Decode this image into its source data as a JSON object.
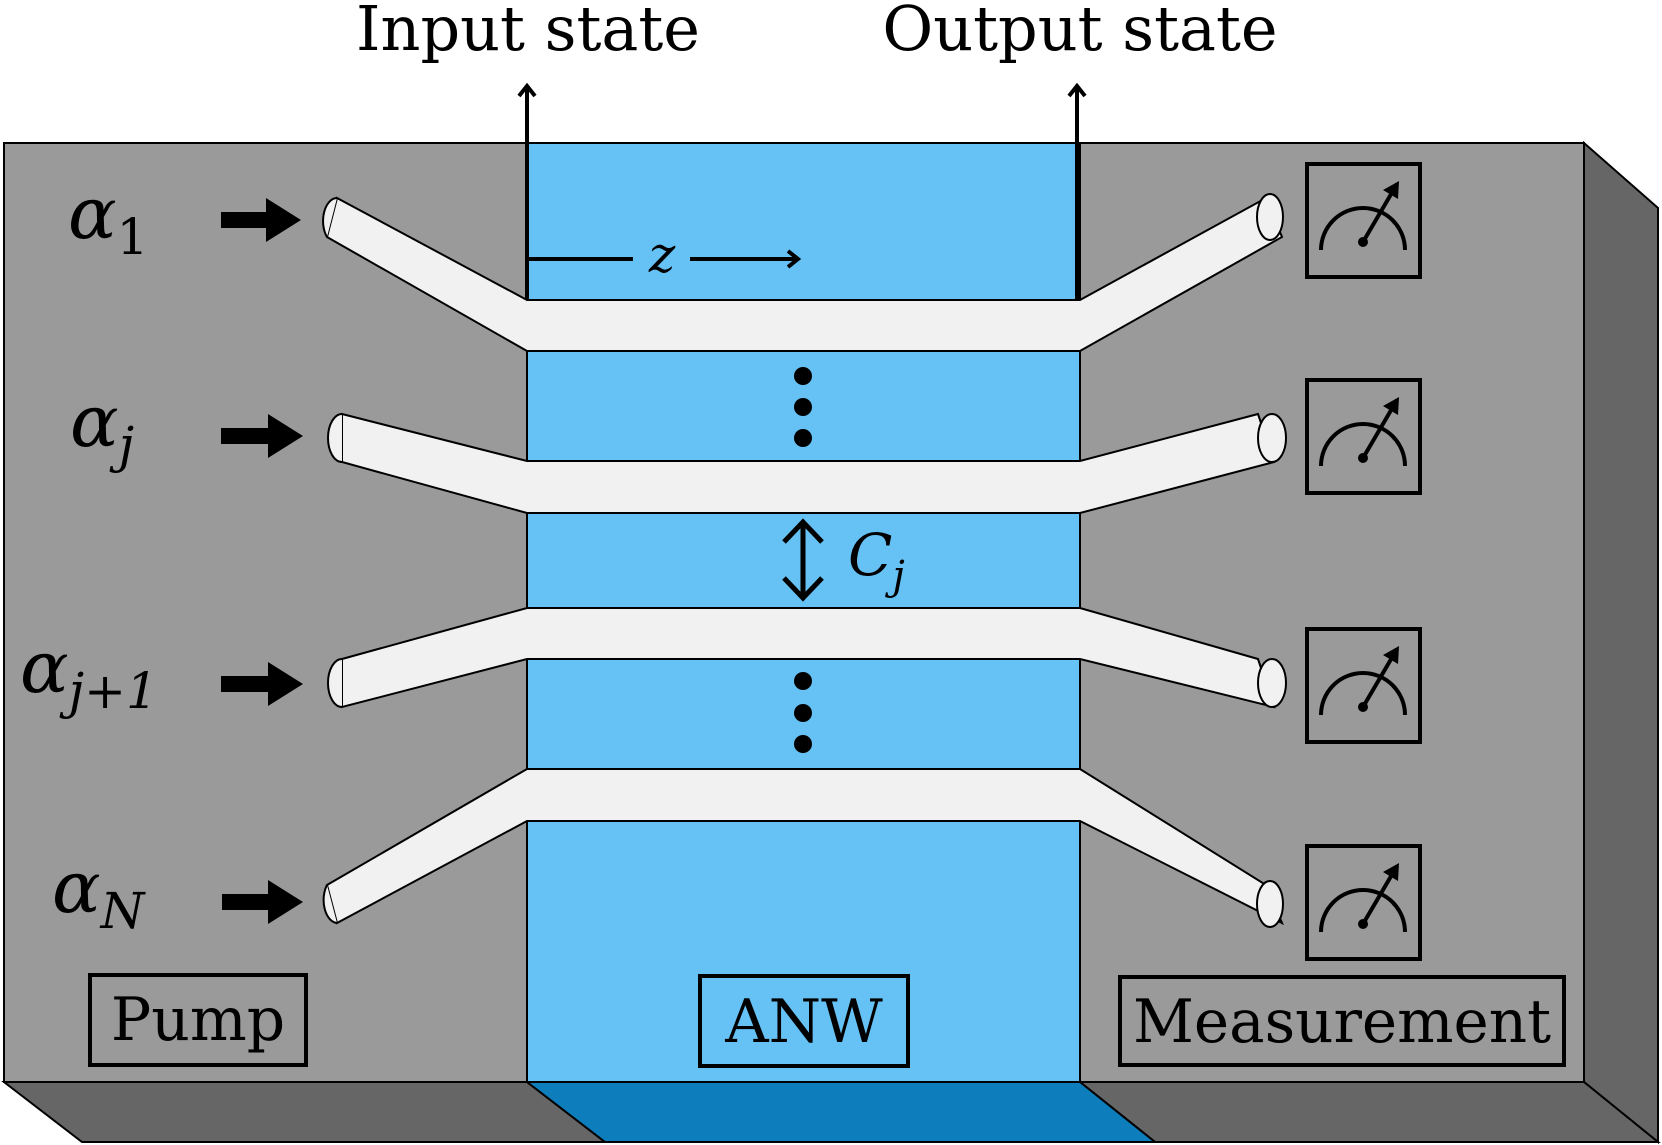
{
  "header": {
    "input_label": "Input state",
    "output_label": "Output state"
  },
  "propagation": {
    "axis_label": "z"
  },
  "inputs": [
    {
      "symbol": "α",
      "subscript": "1"
    },
    {
      "symbol": "α",
      "subscript": "j"
    },
    {
      "symbol": "α",
      "subscript": "j+1"
    },
    {
      "symbol": "α",
      "subscript": "N"
    }
  ],
  "coupling": {
    "symbol": "C",
    "subscript": "j"
  },
  "sections": {
    "left": "Pump",
    "center": "ANW",
    "right": "Measurement"
  },
  "colors": {
    "slab": "#9a9a9a",
    "slab_side": "#666666",
    "anw": "#66c2f4",
    "anw_bottom": "#0d7dbb",
    "waveguide": "#f1f1f1",
    "ink": "#000000"
  },
  "icons": {
    "pump_arrow": "right-arrow-icon",
    "detector": "gauge-meter-icon",
    "ellipsis": "vertical-dots-icon",
    "coupling_arrow": "double-arrow-icon"
  }
}
